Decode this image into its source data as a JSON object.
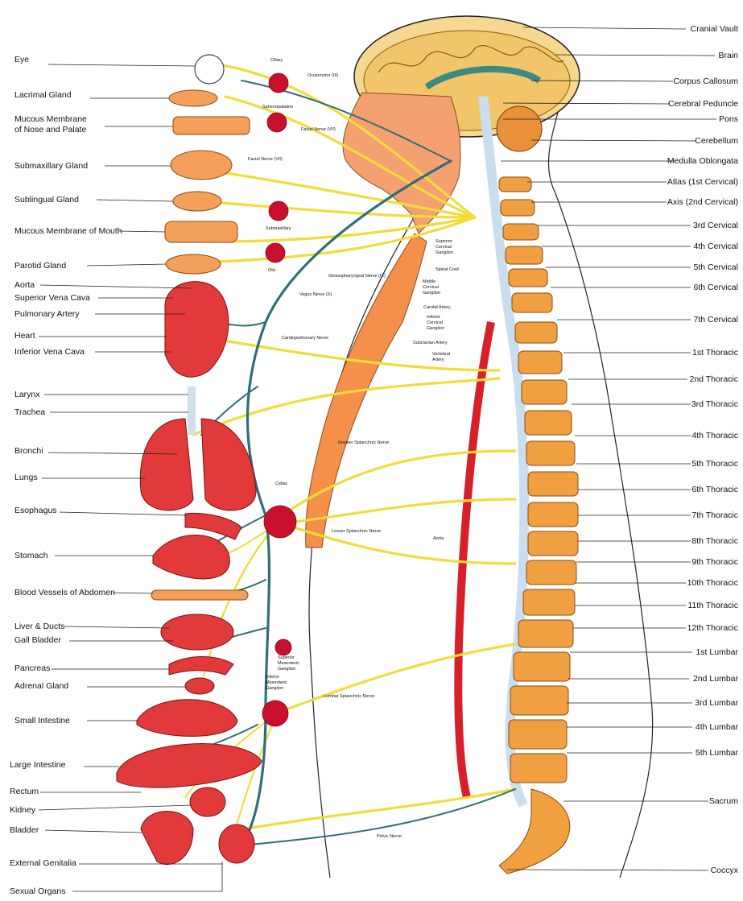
{
  "left_labels": [
    {
      "id": "eye",
      "text": "Eye"
    },
    {
      "id": "lacrimal-gland",
      "text": "Lacrimal Gland"
    },
    {
      "id": "mucous-nose-1",
      "text": "Mucous Membrane"
    },
    {
      "id": "mucous-nose-2",
      "text": "of Nose and Palate"
    },
    {
      "id": "submaxillary-gland",
      "text": "Submaxillary Gland"
    },
    {
      "id": "sublingual-gland",
      "text": "Sublingual Gland"
    },
    {
      "id": "mucous-mouth",
      "text": "Mucous Membrane of Mouth"
    },
    {
      "id": "parotid-gland",
      "text": "Parotid Gland"
    },
    {
      "id": "aorta",
      "text": "Aorta"
    },
    {
      "id": "superior-vena-cava",
      "text": "Superior Vena Cava"
    },
    {
      "id": "pulmonary-artery",
      "text": "Pulmonary Artery"
    },
    {
      "id": "heart",
      "text": "Heart"
    },
    {
      "id": "inferior-vena-cava",
      "text": "Inferior Vena Cava"
    },
    {
      "id": "larynx",
      "text": "Larynx"
    },
    {
      "id": "trachea",
      "text": "Trachea"
    },
    {
      "id": "bronchi",
      "text": "Bronchi"
    },
    {
      "id": "lungs",
      "text": "Lungs"
    },
    {
      "id": "esophagus",
      "text": "Esophagus"
    },
    {
      "id": "stomach",
      "text": "Stomach"
    },
    {
      "id": "blood-vessels-abdomen",
      "text": "Blood Vessels of Abdomen"
    },
    {
      "id": "liver-ducts",
      "text": "Liver & Ducts"
    },
    {
      "id": "gall-bladder",
      "text": "Gall Bladder"
    },
    {
      "id": "pancreas",
      "text": "Pancreas"
    },
    {
      "id": "adrenal-gland",
      "text": "Adrenal Gland"
    },
    {
      "id": "small-intestine",
      "text": "Small Intestine"
    },
    {
      "id": "large-intestine",
      "text": "Large Intestine"
    },
    {
      "id": "rectum",
      "text": "Rectum"
    },
    {
      "id": "kidney",
      "text": "Kidney"
    },
    {
      "id": "bladder",
      "text": "Bladder"
    },
    {
      "id": "external-genitalia",
      "text": "External Genitalia"
    },
    {
      "id": "sexual-organs",
      "text": "Sexual Organs"
    }
  ],
  "right_labels": [
    {
      "id": "cranial-vault",
      "text": "Cranial Vault"
    },
    {
      "id": "brain",
      "text": "Brain"
    },
    {
      "id": "corpus-callosum",
      "text": "Corpus Callosum"
    },
    {
      "id": "cerebral-peduncle",
      "text": "Cerebral Peduncle"
    },
    {
      "id": "pons",
      "text": "Pons"
    },
    {
      "id": "cerebellum",
      "text": "Cerebellum"
    },
    {
      "id": "medulla-oblongata",
      "text": "Medulla Oblongata"
    },
    {
      "id": "atlas",
      "text": "Atlas (1st Cervical)"
    },
    {
      "id": "axis",
      "text": "Axis (2nd Cervical)"
    },
    {
      "id": "c3",
      "text": "3rd Cervical"
    },
    {
      "id": "c4",
      "text": "4th Cervical"
    },
    {
      "id": "c5",
      "text": "5th Cervical"
    },
    {
      "id": "c6",
      "text": "6th Cervical"
    },
    {
      "id": "c7",
      "text": "7th Cervical"
    },
    {
      "id": "t1",
      "text": "1st Thoracic"
    },
    {
      "id": "t2",
      "text": "2nd Thoracic"
    },
    {
      "id": "t3",
      "text": "3rd Thoracic"
    },
    {
      "id": "t4",
      "text": "4th Thoracic"
    },
    {
      "id": "t5",
      "text": "5th Thoracic"
    },
    {
      "id": "t6",
      "text": "6th Thoracic"
    },
    {
      "id": "t7",
      "text": "7th Thoracic"
    },
    {
      "id": "t8",
      "text": "8th Thoracic"
    },
    {
      "id": "t9",
      "text": "9th Thoracic"
    },
    {
      "id": "t10",
      "text": "10th Thoracic"
    },
    {
      "id": "t11",
      "text": "11th Thoracic"
    },
    {
      "id": "t12",
      "text": "12th Thoracic"
    },
    {
      "id": "l1",
      "text": "1st Lumbar"
    },
    {
      "id": "l2",
      "text": "2nd Lumbar"
    },
    {
      "id": "l3",
      "text": "3rd Lumbar"
    },
    {
      "id": "l4",
      "text": "4th Lumbar"
    },
    {
      "id": "l5",
      "text": "5th Lumbar"
    },
    {
      "id": "sacrum",
      "text": "Sacrum"
    },
    {
      "id": "coccyx",
      "text": "Coccyx"
    }
  ],
  "inner_labels": [
    {
      "id": "ciliary",
      "text": "Ciliary"
    },
    {
      "id": "oculomotor",
      "text": "Oculomotor (III)"
    },
    {
      "id": "sphenopalatine",
      "text": "Sphenopalatine"
    },
    {
      "id": "facial-nerve-1",
      "text": "Facial Nerve (VII)"
    },
    {
      "id": "facial-nerve-2",
      "text": "Facial Nerve (VII)"
    },
    {
      "id": "submaxillary",
      "text": "Submaxillary"
    },
    {
      "id": "glossopharyngeal",
      "text": "Glossopharyngeal Nerve (IX)"
    },
    {
      "id": "otic",
      "text": "Otic"
    },
    {
      "id": "vagus",
      "text": "Vagus Nerve (X)"
    },
    {
      "id": "superior-cervical-1",
      "text": "Superior"
    },
    {
      "id": "superior-cervical-2",
      "text": "Cervical"
    },
    {
      "id": "superior-cervical-3",
      "text": "Ganglion"
    },
    {
      "id": "spinal-cord",
      "text": "Spinal Cord"
    },
    {
      "id": "middle-cervical-1",
      "text": "Middle"
    },
    {
      "id": "middle-cervical-2",
      "text": "Cervical"
    },
    {
      "id": "middle-cervical-3",
      "text": "Ganglion"
    },
    {
      "id": "carotid-artery",
      "text": "Carotid Artery"
    },
    {
      "id": "inferior-cervical-1",
      "text": "Inferior"
    },
    {
      "id": "inferior-cervical-2",
      "text": "Cervical"
    },
    {
      "id": "inferior-cervical-3",
      "text": "Ganglion"
    },
    {
      "id": "subclavian-artery",
      "text": "Subclavian Artery"
    },
    {
      "id": "vertebral-artery-1",
      "text": "Vertebral"
    },
    {
      "id": "vertebral-artery-2",
      "text": "Artery"
    },
    {
      "id": "cardiopulmonary",
      "text": "Cardiopulmonary Nerve"
    },
    {
      "id": "greater-splanchnic",
      "text": "Greater Splanchnic Nerve"
    },
    {
      "id": "celiac",
      "text": "Celiac"
    },
    {
      "id": "lesser-splanchnic",
      "text": "Lesser Splanchnic Nerve"
    },
    {
      "id": "aorta-inner",
      "text": "Aorta"
    },
    {
      "id": "superior-mesenteric-1",
      "text": "Superior"
    },
    {
      "id": "superior-mesenteric-2",
      "text": "Mesenteric"
    },
    {
      "id": "superior-mesenteric-3",
      "text": "Ganglion"
    },
    {
      "id": "inferior-mesenteric-1",
      "text": "Inferior"
    },
    {
      "id": "inferior-mesenteric-2",
      "text": "Mesenteric"
    },
    {
      "id": "inferior-mesenteric-3",
      "text": "Ganglion"
    },
    {
      "id": "lumbar-splanchnic",
      "text": "Lumbar Splanchnic Nerve"
    },
    {
      "id": "pelvic-nerve",
      "text": "Pelvic Nerve"
    }
  ],
  "colors": {
    "sympathetic_nerve": "#f1dc3a",
    "parasympathetic_nerve": "#2e6e78",
    "ganglion": "#c8102e",
    "organ": "#e23a3a",
    "vertebra": "#f0a040",
    "skin": "#f4a070"
  }
}
